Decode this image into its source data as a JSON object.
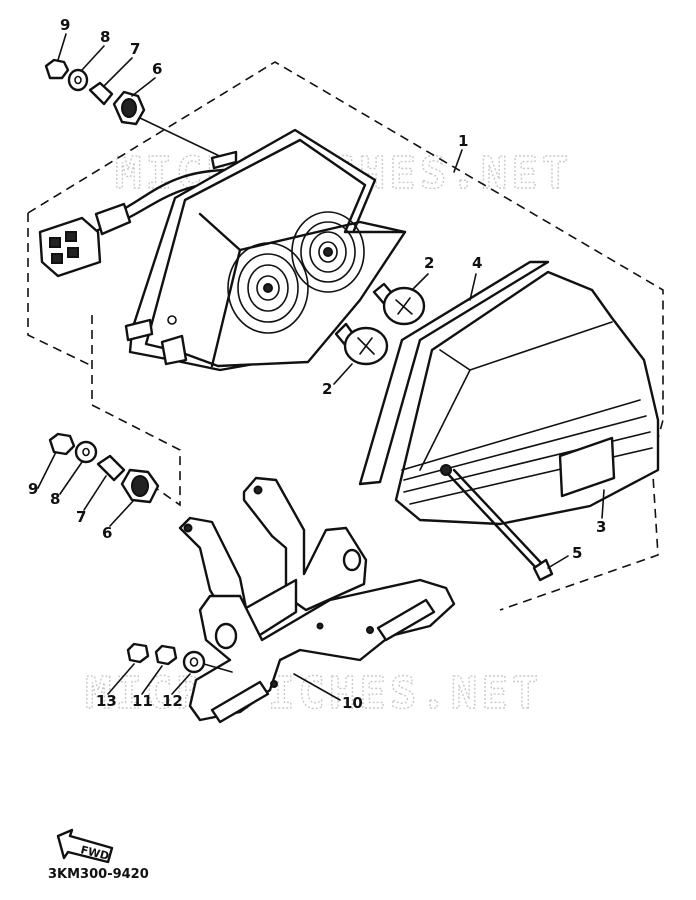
{
  "watermarks": [
    "MICROFICHES.NET",
    "MICROFICHES.NET"
  ],
  "callouts": [
    {
      "id": "c1",
      "text": "1"
    },
    {
      "id": "c2a",
      "text": "2"
    },
    {
      "id": "c2b",
      "text": "2"
    },
    {
      "id": "c3",
      "text": "3"
    },
    {
      "id": "c4",
      "text": "4"
    },
    {
      "id": "c5",
      "text": "5"
    },
    {
      "id": "c6a",
      "text": "6"
    },
    {
      "id": "c7a",
      "text": "7"
    },
    {
      "id": "c8a",
      "text": "8"
    },
    {
      "id": "c9a",
      "text": "9"
    },
    {
      "id": "c6b",
      "text": "6"
    },
    {
      "id": "c7b",
      "text": "7"
    },
    {
      "id": "c8b",
      "text": "8"
    },
    {
      "id": "c9b",
      "text": "9"
    },
    {
      "id": "c10",
      "text": "10"
    },
    {
      "id": "c11",
      "text": "11"
    },
    {
      "id": "c12",
      "text": "12"
    },
    {
      "id": "c13",
      "text": "13"
    }
  ],
  "direction_badge": "FWD",
  "part_code": "3KM300-9420"
}
